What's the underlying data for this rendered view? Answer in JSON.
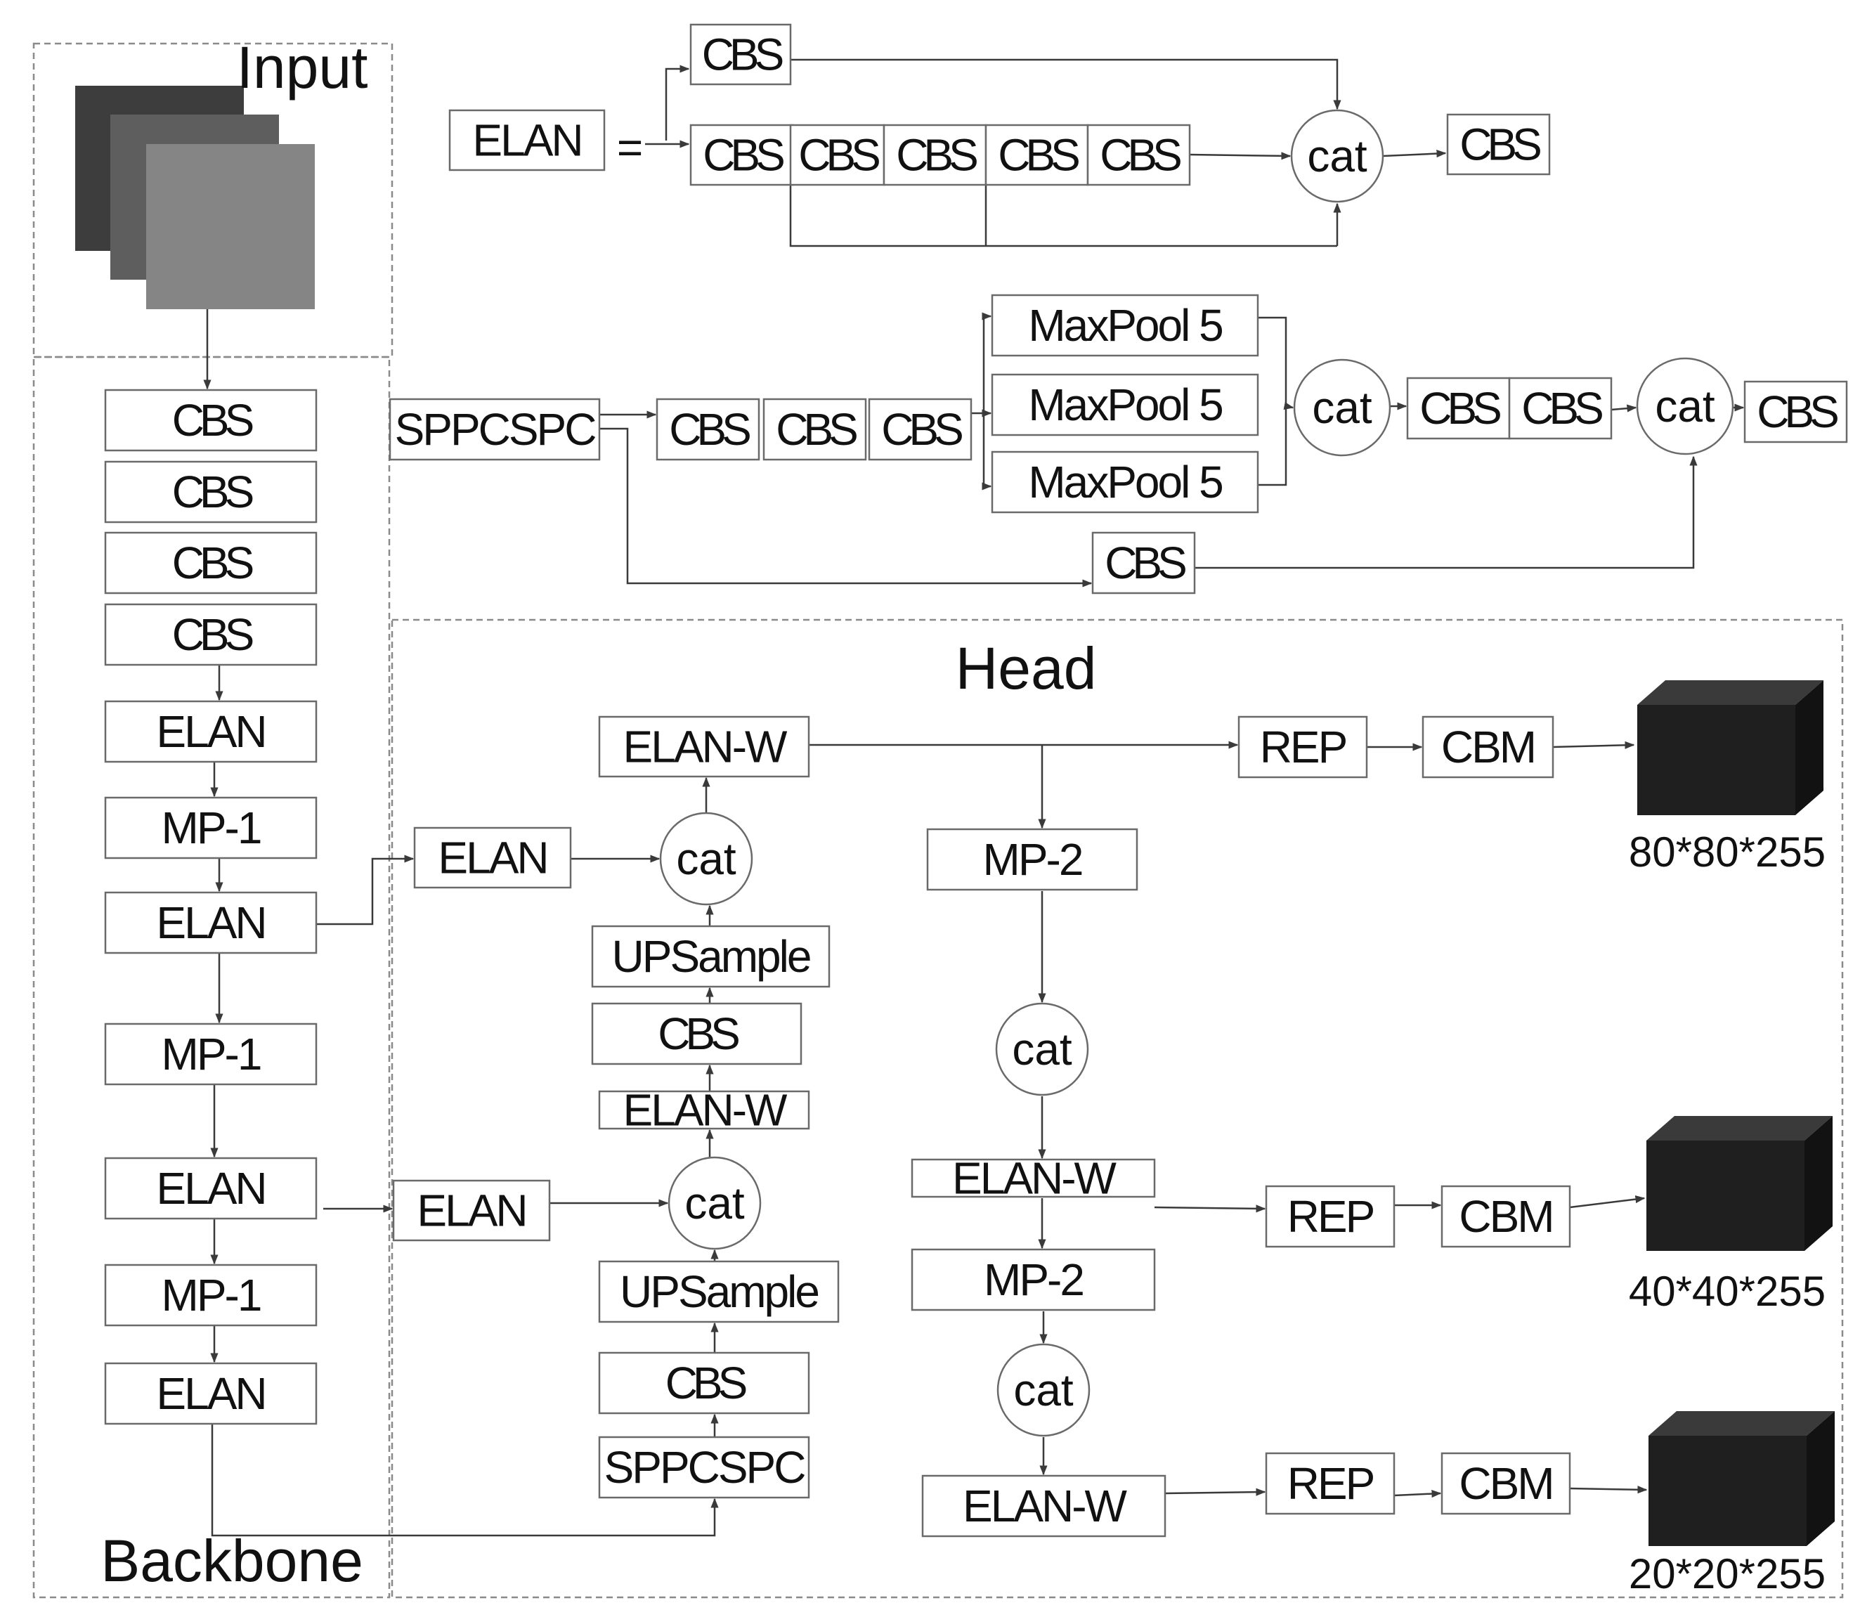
{
  "sections": {
    "input": "Input",
    "backbone": "Backbone",
    "head": "Head"
  },
  "labels": {
    "CBS": "CBS",
    "ELAN": "ELAN",
    "MP-1": "MP-1",
    "MP-2": "MP-2",
    "ELAN-W": "ELAN-W",
    "UPSample": "UPSample",
    "SPPCSPC": "SPPCSPC",
    "MaxPool 5": "MaxPool 5",
    "cat": "cat",
    "REP": "REP",
    "CBM": "CBM",
    "equals": "="
  },
  "outputs": [
    "80*80*255",
    "40*40*255",
    "20*20*255"
  ],
  "colors": {
    "box_stroke": "#6a6a6a",
    "line": "#3a3a3a",
    "dashed_border": "#8a8a8a",
    "input_layers": [
      "#3d3d3d",
      "#5e5e5e",
      "#858585"
    ],
    "cube_front": "#1f1f1f",
    "cube_top": "#3a3a3a",
    "cube_side": "#121212"
  }
}
